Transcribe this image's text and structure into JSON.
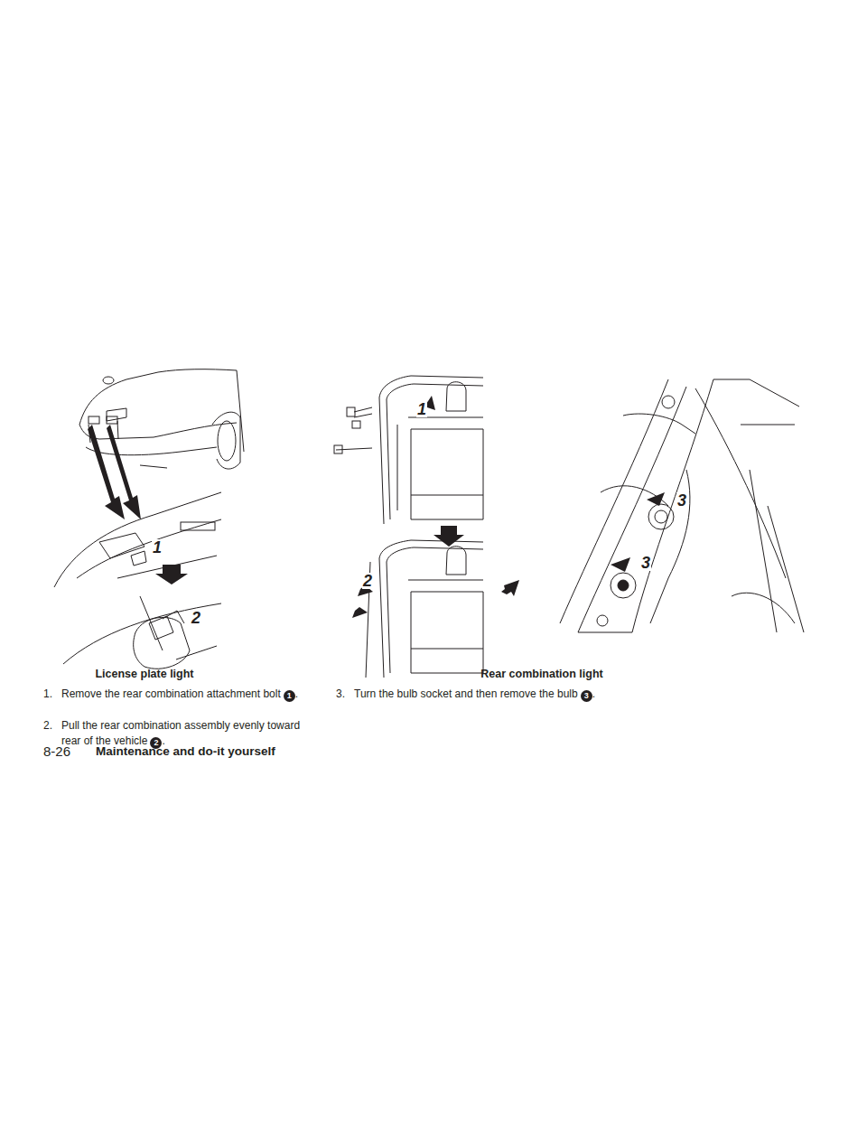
{
  "diagram": {
    "labels": [
      "1",
      "2",
      "License plate light",
      "1",
      "2",
      "3",
      "3",
      "Rear combination light",
      "1.",
      "Remove the rear combination attachment bolt",
      "1",
      ".",
      "2.",
      "Pull the rear combination assembly evenly toward rear of the vehicle",
      "2",
      ".",
      "3.",
      "Turn the bulb socket and then remove the bulb",
      "3",
      ".",
      "8-26",
      "Maintenance and do-it yourself"
    ]
  }
}
